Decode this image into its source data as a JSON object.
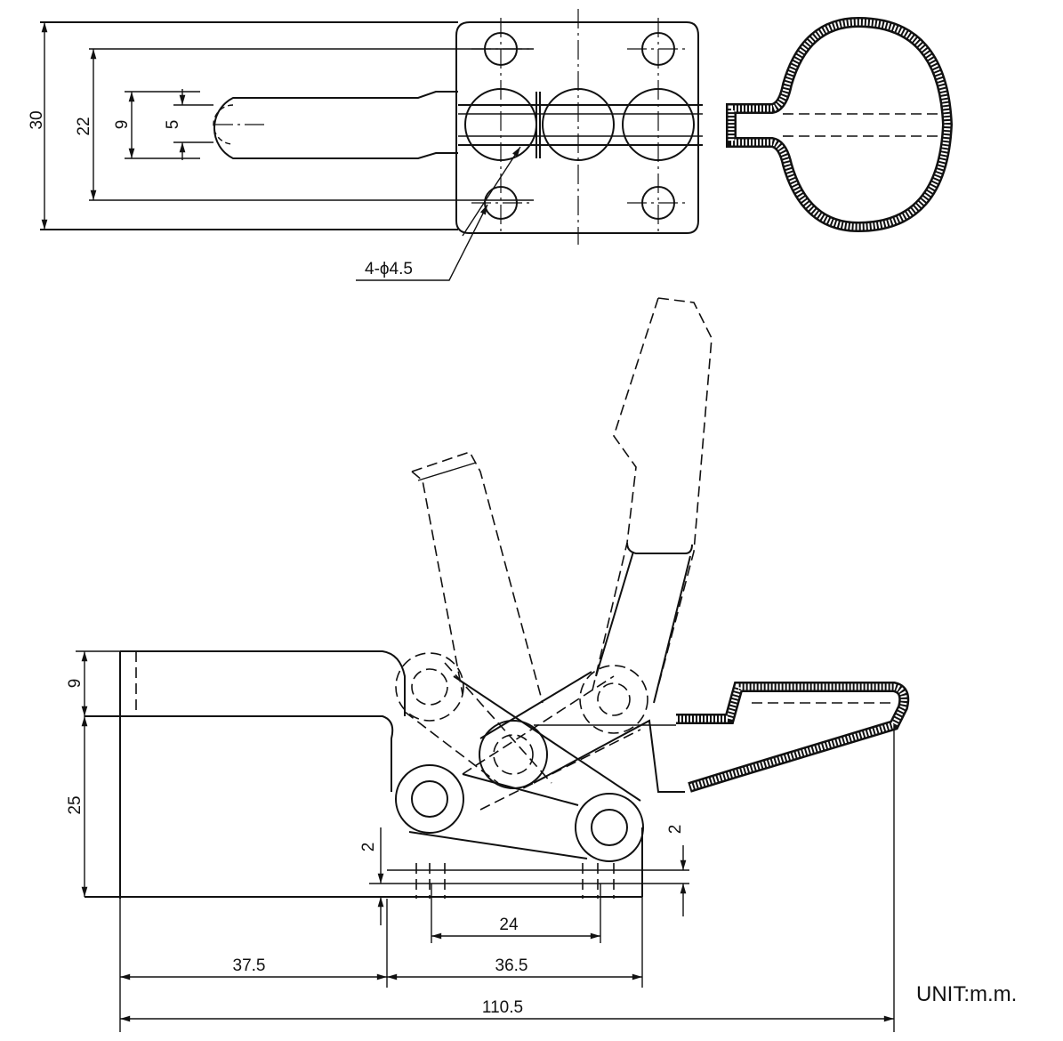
{
  "top_view": {
    "dims": {
      "overall_width": "30",
      "bolt_spacing": "22",
      "slot_width": "9",
      "slot_inner": "5"
    },
    "hole_callout": "4-ϕ4.5"
  },
  "side_view": {
    "dims": {
      "top_height": "9",
      "body_height": "25",
      "base_left_thickness": "2",
      "base_right_thickness": "2",
      "hole_spacing": "24",
      "front_length": "37.5",
      "base_length": "36.5",
      "overall_length": "110.5"
    }
  },
  "unit_label": "UNIT:m.m."
}
